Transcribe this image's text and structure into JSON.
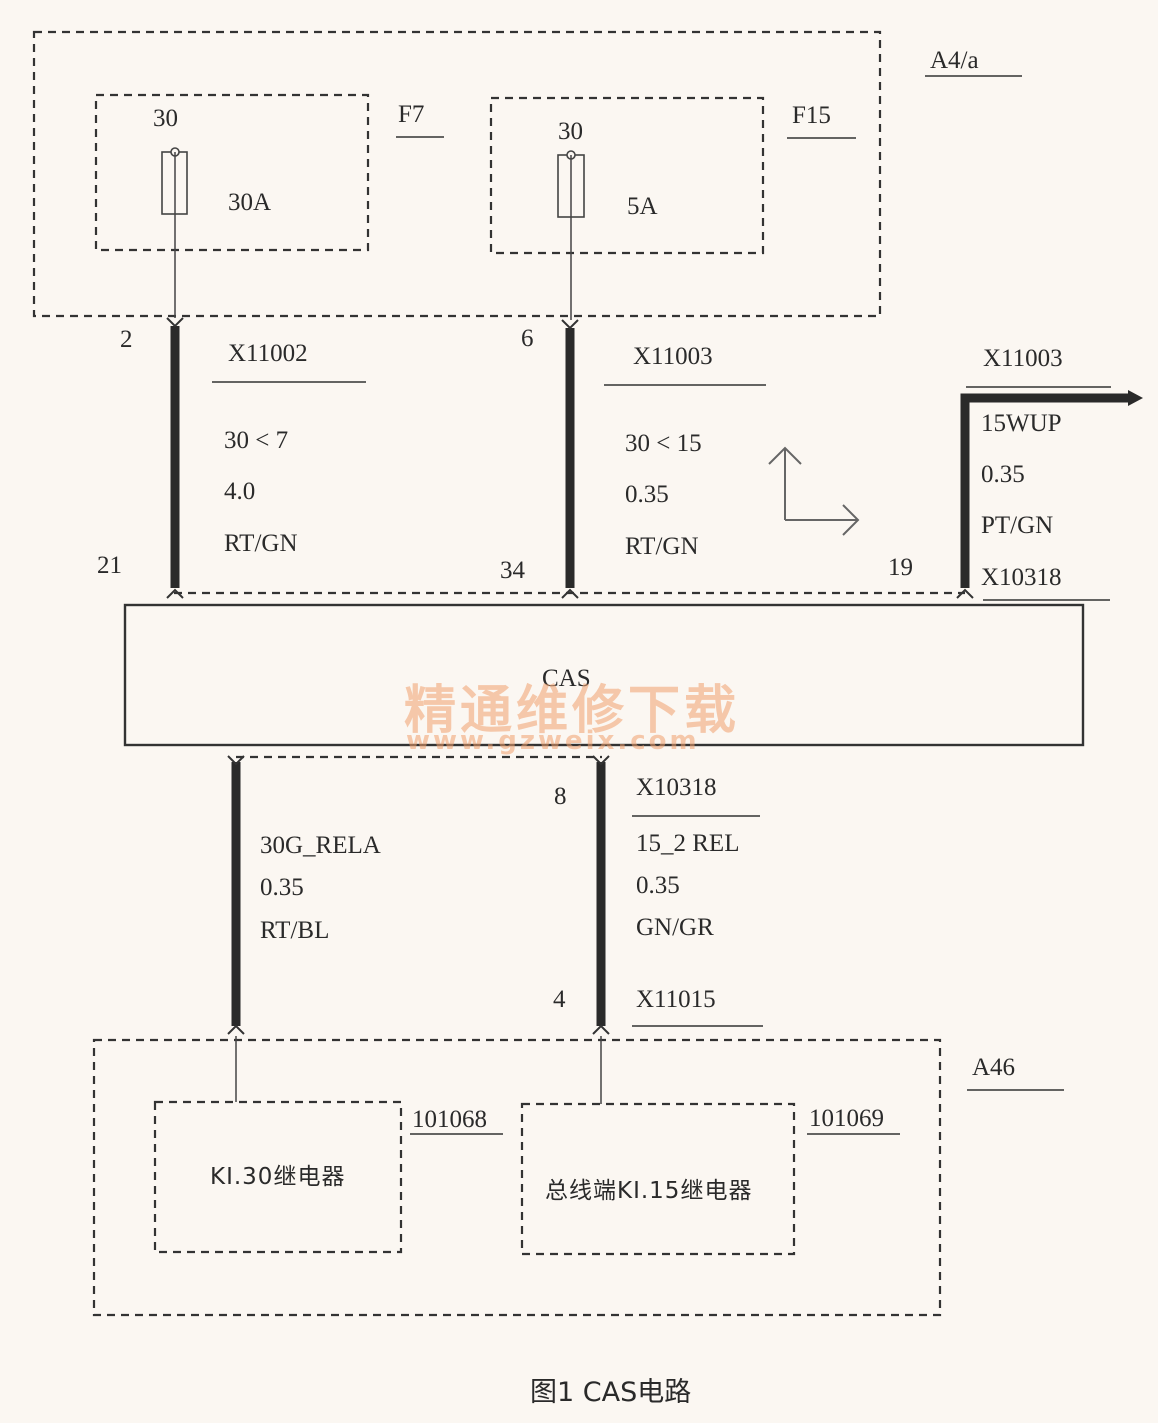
{
  "modules": {
    "a4a": {
      "label": "A4/a"
    },
    "cas": {
      "label": "CAS"
    },
    "a46": {
      "label": "A46"
    }
  },
  "fuses": [
    {
      "name": "F7",
      "terminal": "30",
      "rating": "30A"
    },
    {
      "name": "F15",
      "terminal": "30",
      "rating": "5A"
    }
  ],
  "wires": {
    "w1": {
      "pin_top": "2",
      "pin_bottom": "21",
      "connector": "X11002",
      "signal": "30 < 7",
      "gauge": "4.0",
      "color": "RT/GN"
    },
    "w2": {
      "pin_top": "6",
      "pin_bottom": "34",
      "connector": "X11003",
      "signal": "30 < 15",
      "gauge": "0.35",
      "color": "RT/GN"
    },
    "w3": {
      "connector_top": "X11003",
      "signal": "15WUP",
      "gauge": "0.35",
      "color": "PT/GN",
      "pin_bottom": "19",
      "connector_bottom": "X10318"
    },
    "w4": {
      "signal": "30G_RELA",
      "gauge": "0.35",
      "color": "RT/BL"
    },
    "w5": {
      "pin_top": "8",
      "connector_top": "X10318",
      "signal": "15_2 REL",
      "gauge": "0.35",
      "color": "GN/GR",
      "pin_bottom": "4",
      "connector_bottom": "X11015"
    }
  },
  "relays": [
    {
      "id": "101068",
      "name": "KI.30继电器"
    },
    {
      "id": "101069",
      "name": "总线端KI.15继电器"
    }
  ],
  "watermark": {
    "line1": "精通维修下载",
    "line2": "www.gzweix.com"
  },
  "caption": "图1  CAS电路"
}
